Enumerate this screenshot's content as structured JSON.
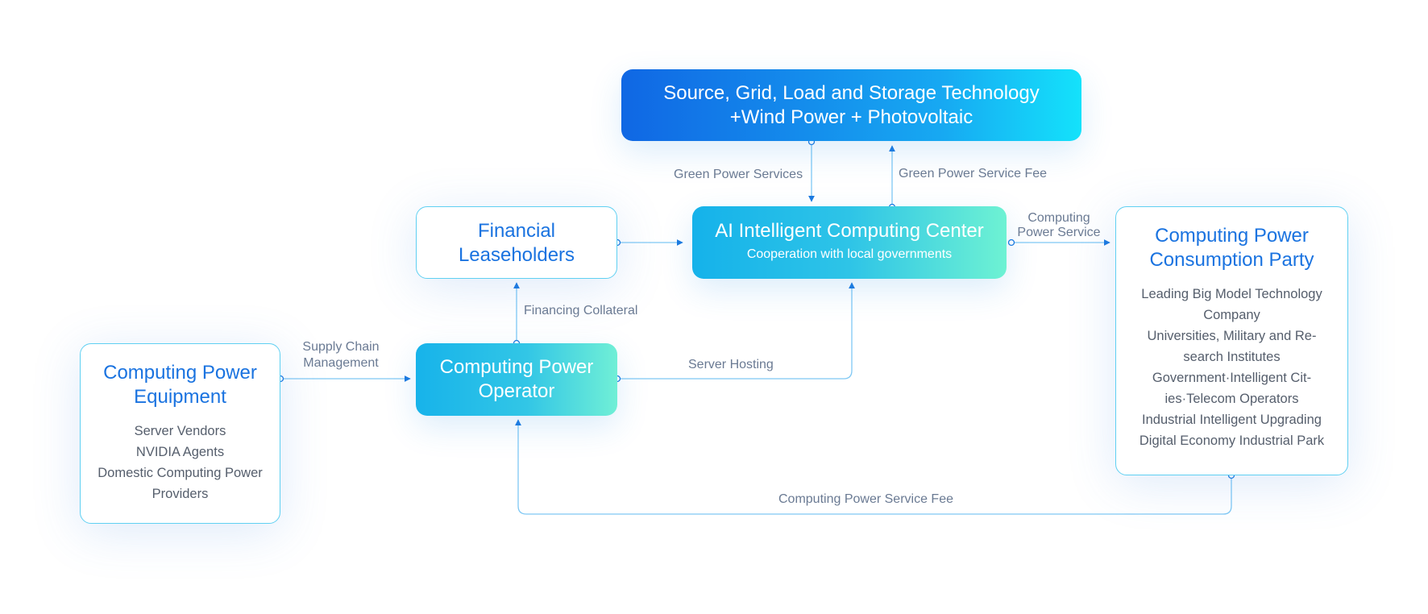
{
  "colors": {
    "connector": "#7fc8f4",
    "arrow_head": "#1c7ae0",
    "outline_border": "#5fd0f2",
    "outline_title": "#1a73e0",
    "label_text": "#6a7a93",
    "item_text": "#555e6c"
  },
  "nodes": {
    "energy": {
      "title_line1": "Source, Grid, Load and Storage Technology",
      "title_line2": "+Wind Power + Photovoltaic"
    },
    "ai_center": {
      "title": "AI Intelligent Computing Center",
      "subtitle": "Cooperation with local governments"
    },
    "financial": {
      "title_line1": "Financial",
      "title_line2": "Leaseholders"
    },
    "operator": {
      "title_line1": "Computing Power",
      "title_line2": "Operator"
    },
    "equipment": {
      "title_line1": "Computing Power",
      "title_line2": "Equipment",
      "items": [
        "Server Vendors",
        "NVIDIA Agents",
        "Domestic Computing Power",
        "Providers"
      ]
    },
    "consumption": {
      "title_line1": "Computing Power",
      "title_line2": "Consumption Party",
      "items": [
        "Leading Big Model Technology",
        "Company",
        "Universities, Military and Re-",
        "search Institutes",
        "Government·Intelligent Cit-",
        "ies·Telecom Operators",
        "Industrial Intelligent Upgrading",
        "Digital Economy Industrial Park"
      ]
    }
  },
  "labels": {
    "green_power_services": "Green Power Services",
    "green_power_service_fee": "Green Power Service Fee",
    "computing_power_service_line1": "Computing",
    "computing_power_service_line2": "Power Service",
    "financing_collateral": "Financing Collateral",
    "supply_chain_line1": "Supply Chain",
    "supply_chain_line2": "Management",
    "server_hosting": "Server Hosting",
    "computing_power_service_fee": "Computing Power Service Fee"
  }
}
